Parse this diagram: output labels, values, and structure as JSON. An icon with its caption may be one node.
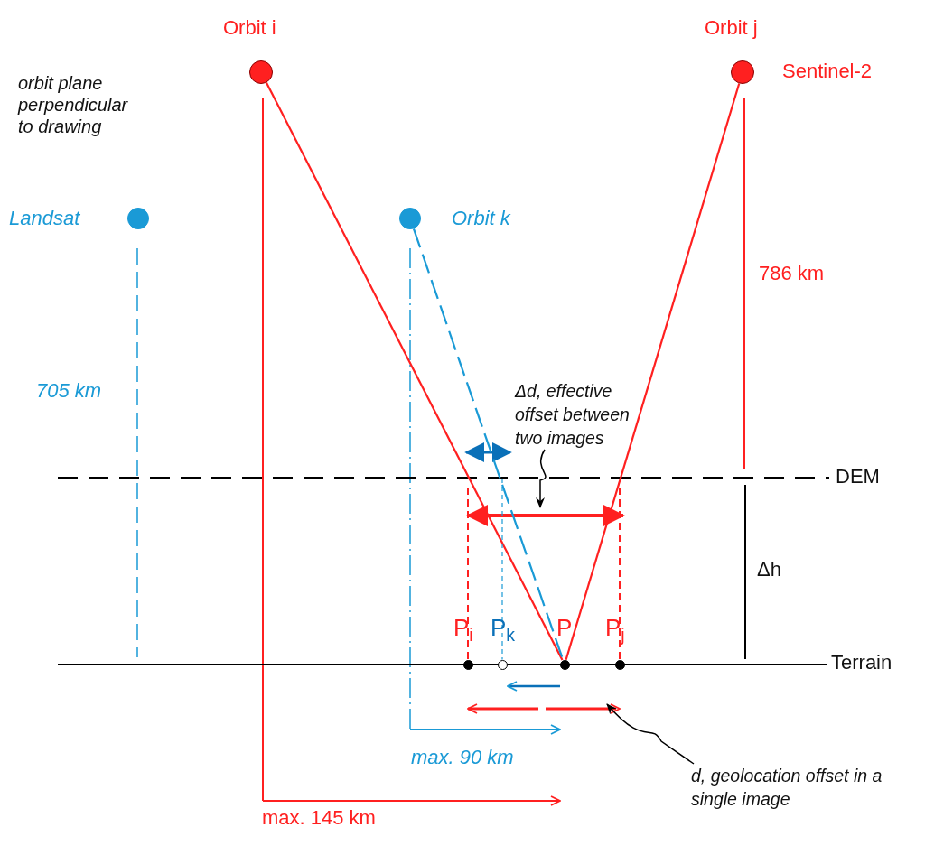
{
  "diagram": {
    "nodes": [
      {
        "text": [],
        "shape": "circle",
        "beside": [
          "Orbit i"
        ]
      },
      {
        "text": [],
        "shape": "circle",
        "beside": [
          "Orbit j",
          "Sentinel-2"
        ]
      },
      {
        "text": [],
        "shape": "circle",
        "beside": [
          "Landsat"
        ]
      },
      {
        "text": [],
        "shape": "circle",
        "beside": [
          "Orbit k"
        ]
      },
      {
        "text": [],
        "shape": "circle",
        "beside": [
          "P"
        ]
      },
      {
        "text": [],
        "shape": "circle",
        "beside": [
          "P$_{i}$"
        ]
      },
      {
        "text": [],
        "shape": "circle",
        "beside": [
          "P$_{k}$"
        ]
      },
      {
        "text": [],
        "shape": "circle",
        "beside": [
          "P$_{j}$"
        ]
      },
      {
        "text": [
          "Δd, effective offset between two images"
        ]
      },
      {
        "text": [
          "d, geolocation offset in a single image"
        ]
      }
    ],
    "edges": [
      {
        "from": 0,
        "to": 4,
        "arrow": "none"
      },
      {
        "from": 1,
        "to": 4,
        "arrow": "none"
      },
      {
        "from": 3,
        "to": 4,
        "arrow": "none",
        "style": "dashed",
        "color": "#1a9ad6"
      },
      {
        "from": 8,
        "to": null,
        "arrow": "to",
        "color": "#000000"
      },
      {
        "from": 9,
        "to": null,
        "arrow": "to",
        "color": "#000000"
      },
      {
        "from": null,
        "to": 5,
        "arrow": "none",
        "style": "dashed"
      },
      {
        "from": null,
        "to": 6,
        "arrow": "none",
        "style": "dashed",
        "color": "#1a9ad6"
      },
      {
        "from": null,
        "to": 7,
        "arrow": "none",
        "style": "dashed"
      }
    ],
    "labels": [
      "orbit plane perpendicular to drawing",
      "705 km",
      "786 km",
      "DEM",
      "Δh",
      "Terrain",
      "max. 90 km",
      "max. 145 km"
    ]
  }
}
